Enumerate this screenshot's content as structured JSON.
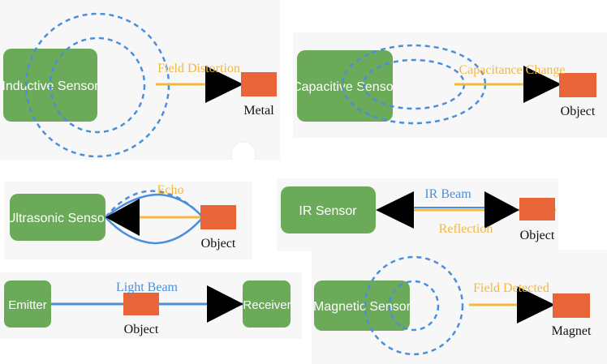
{
  "panels": {
    "inductive": {
      "sensor_label": "Inductive Sensor",
      "signal_label": "Field Distortion",
      "target_label": "Metal"
    },
    "capacitive": {
      "sensor_label": "Capacitive Sensor",
      "signal_label": "Capacitance Change",
      "target_label": "Object"
    },
    "ultrasonic": {
      "sensor_label": "Ultrasonic Sensor",
      "signal_label": "Echo",
      "target_label": "Object"
    },
    "ir": {
      "sensor_label": "IR Sensor",
      "beam_label": "IR Beam",
      "reflection_label": "Reflection",
      "target_label": "Object"
    },
    "photoelectric": {
      "emitter_label": "Emitter",
      "receiver_label": "Receiver",
      "beam_label": "Light Beam",
      "target_label": "Object"
    },
    "magnetic": {
      "sensor_label": "Magnetic Sensor",
      "signal_label": "Field Detected",
      "target_label": "Magnet"
    }
  },
  "colors": {
    "sensor": "#6aaa58",
    "target": "#e8653a",
    "field": "#4b8fdc",
    "signal": "#f2b840",
    "panel_bg": "#f7f7f7"
  }
}
